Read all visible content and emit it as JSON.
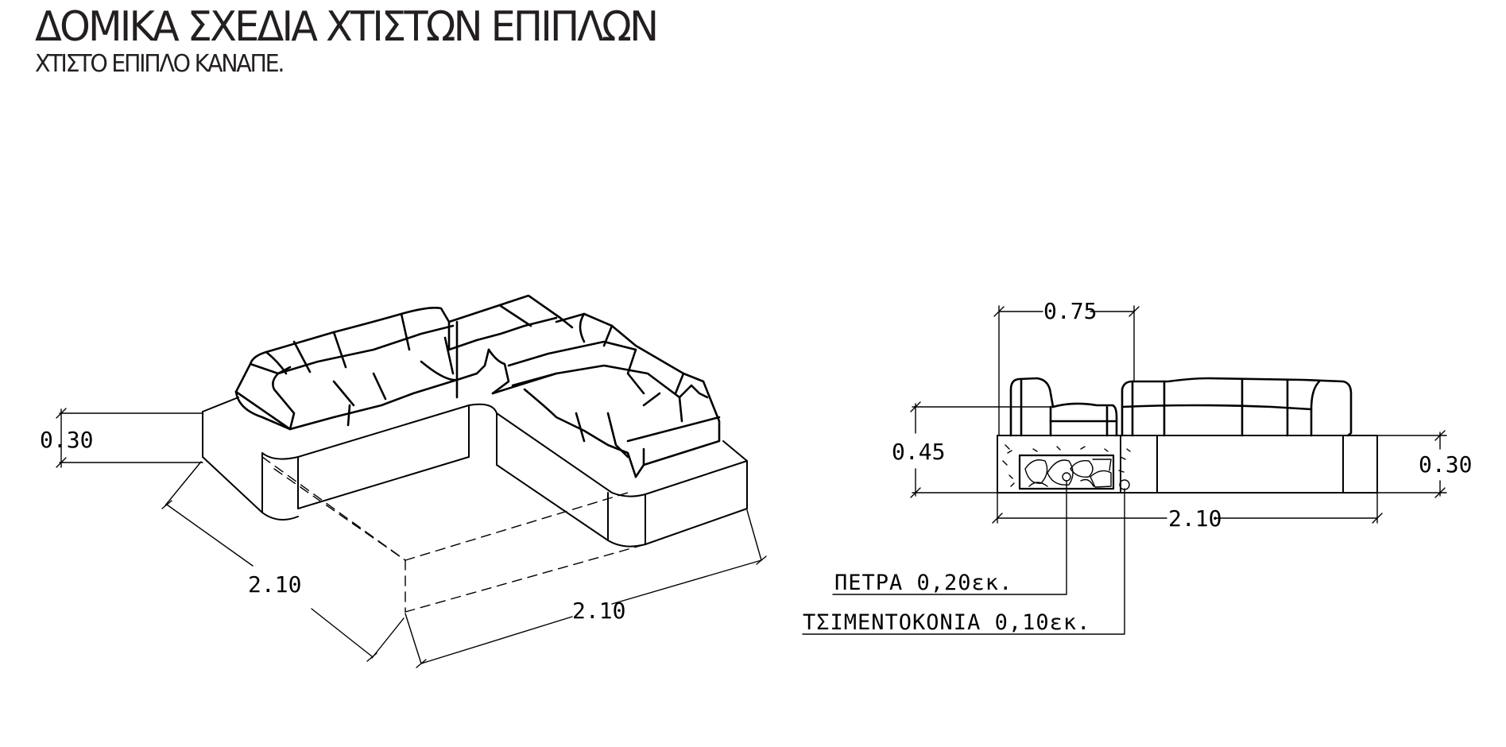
{
  "title": "ΔΟΜΙΚΑ ΣΧΕΔΙΑ ΧΤΙΣΤΩΝ ΕΠΙΠΛΩΝ",
  "subtitle": "ΧΤΙΣΤΟ ΕΠΙΠΛΟ ΚΑΝΑΠΕ.",
  "iso_view": {
    "dim_height": "0.30",
    "dim_left": "2.10",
    "dim_right": "2.10"
  },
  "section_view": {
    "dim_top": "0.75",
    "dim_left_height": "0.45",
    "dim_right_height": "0.30",
    "dim_bottom": "2.10",
    "note_stone": "ΠΕΤΡΑ 0,20εκ.",
    "note_cement": "ΤΣΙΜΕΝΤΟΚΟΝΙΑ 0,10εκ."
  },
  "colors": {
    "ink": "#000000",
    "title": "#231f20",
    "background": "#ffffff"
  }
}
